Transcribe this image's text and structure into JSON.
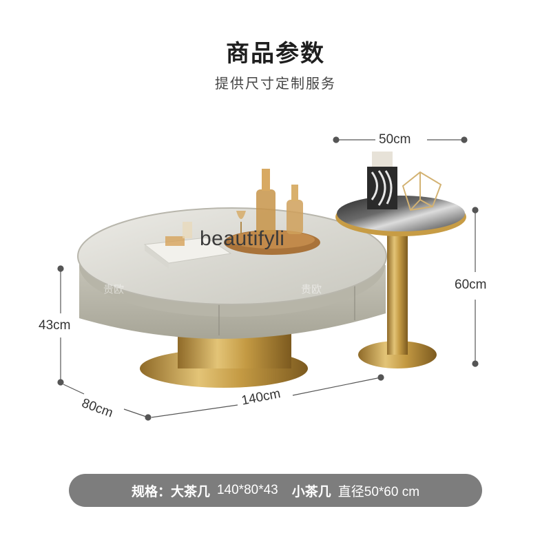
{
  "header": {
    "title": "商品参数",
    "subtitle": "提供尺寸定制服务"
  },
  "dimensions": {
    "side_table_width": "50cm",
    "side_table_height": "60cm",
    "coffee_table_height": "43cm",
    "coffee_table_depth": "80cm",
    "coffee_table_length": "140cm"
  },
  "watermark": "beautifyli",
  "brand_marks": [
    "贵欧",
    "贵欧"
  ],
  "spec": {
    "label": "规格：",
    "large_name": "大茶几",
    "large_size": "140*80*43",
    "small_name": "小茶几",
    "small_size": "直径50*60 cm"
  },
  "colors": {
    "spec_bar": "#7d7d7d",
    "gold": "#c9a24a",
    "body_grey": "#b9b7aa"
  }
}
